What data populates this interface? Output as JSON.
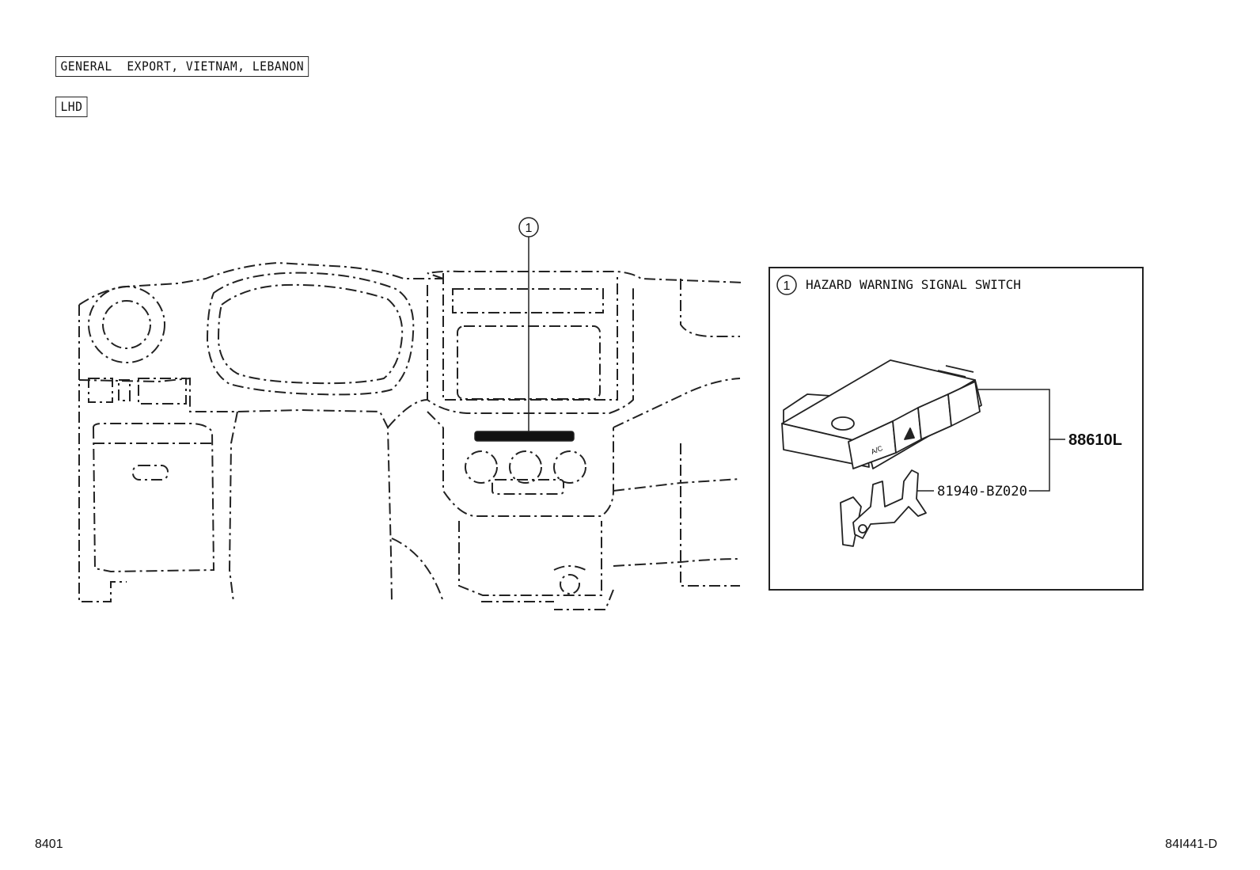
{
  "tags": {
    "region": "GENERAL  EXPORT, VIETNAM, LEBANON",
    "drive": "LHD"
  },
  "callout": {
    "number": "1",
    "title": "HAZARD WARNING SIGNAL SWITCH"
  },
  "parts": {
    "switch": "88610L",
    "bracket": "81940-BZ020"
  },
  "switch_buttons": {
    "ac": "A/C"
  },
  "footer": {
    "left": "8401",
    "right": "84I441-D"
  },
  "colors": {
    "line": "#222222",
    "background": "#ffffff"
  }
}
